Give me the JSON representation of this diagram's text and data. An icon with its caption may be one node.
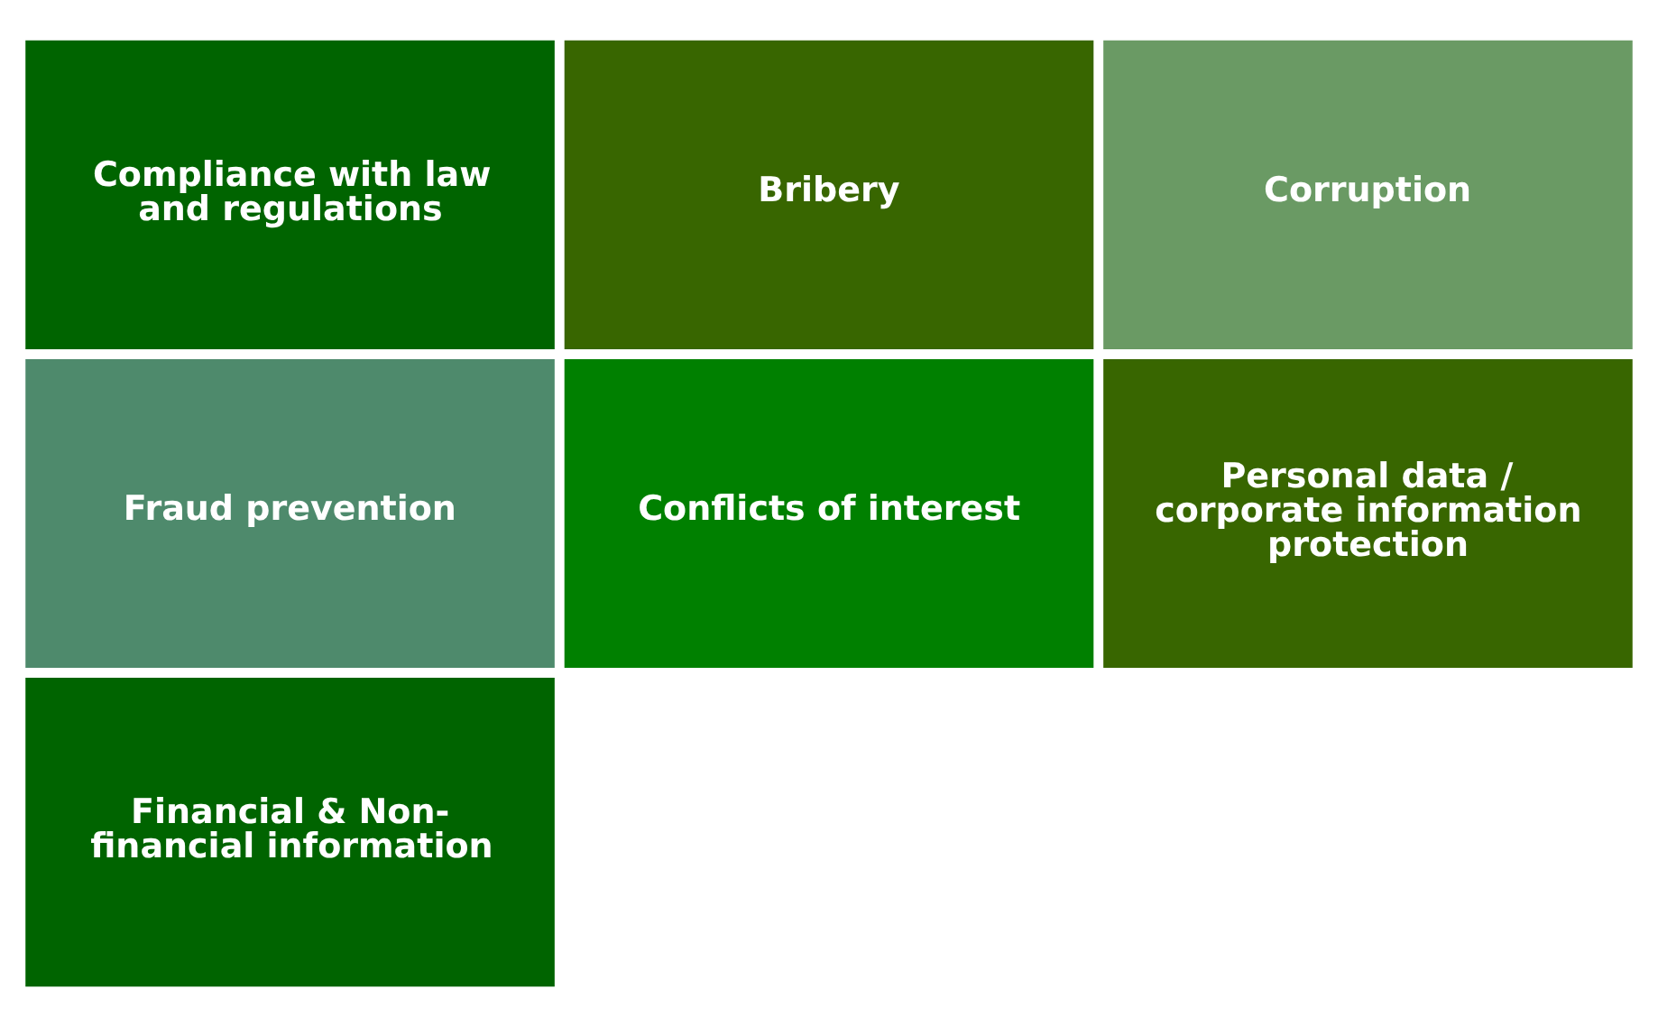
{
  "diagram": {
    "nodes": [
      {
        "text": [
          "Compliance with law and regulations"
        ]
      },
      {
        "text": [
          "Bribery"
        ]
      },
      {
        "text": [
          "Corruption"
        ]
      },
      {
        "text": [
          "Fraud prevention"
        ]
      },
      {
        "text": [
          "Conflicts of interest"
        ]
      },
      {
        "text": [
          "Personal data / corporate information protection"
        ]
      },
      {
        "text": [
          "Financial & Non-financial information"
        ]
      }
    ]
  }
}
